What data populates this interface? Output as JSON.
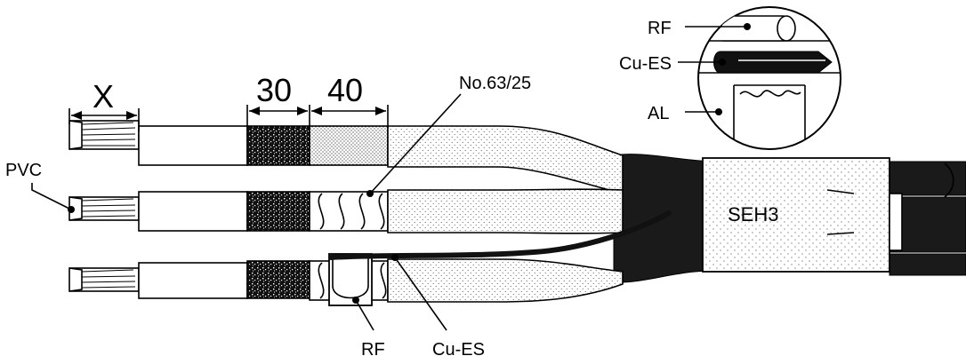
{
  "labels": {
    "x_dim": "X",
    "dim_30": "30",
    "dim_40": "40",
    "no_63_25": "No.63/25",
    "pvc": "PVC",
    "rf_bottom": "RF",
    "cu_es_bottom": "Cu-ES",
    "seh3": "SEH3",
    "detail_rf": "RF",
    "detail_cu_es": "Cu-ES",
    "detail_al": "AL"
  },
  "colors": {
    "ink": "#000000",
    "paper": "#ffffff"
  }
}
